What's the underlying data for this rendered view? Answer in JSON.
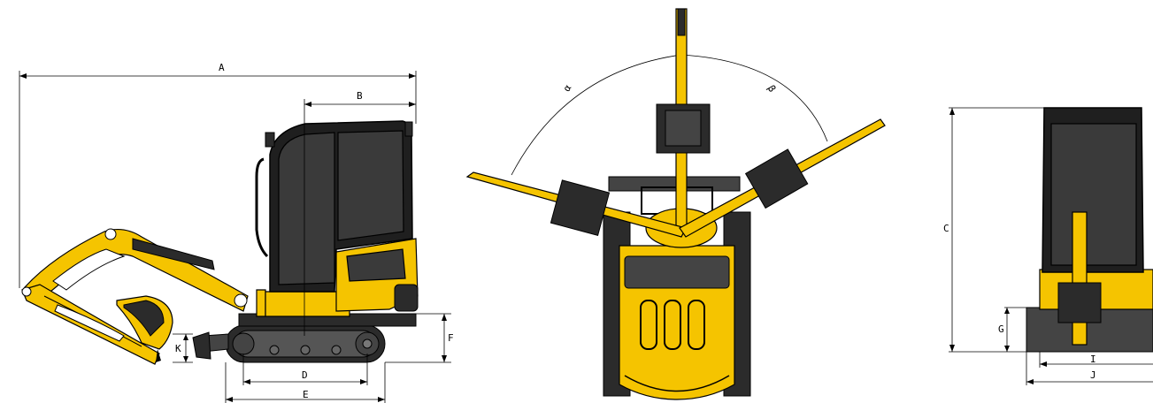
{
  "labels": {
    "A": "A",
    "B": "B",
    "C": "C",
    "D": "D",
    "E": "E",
    "F": "F",
    "G": "G",
    "I": "I",
    "J": "J",
    "K": "K",
    "alpha": "α",
    "beta": "β"
  },
  "colors": {
    "body_yellow": "#f5c400",
    "track_black": "#2b2b2b",
    "line": "#000000"
  }
}
